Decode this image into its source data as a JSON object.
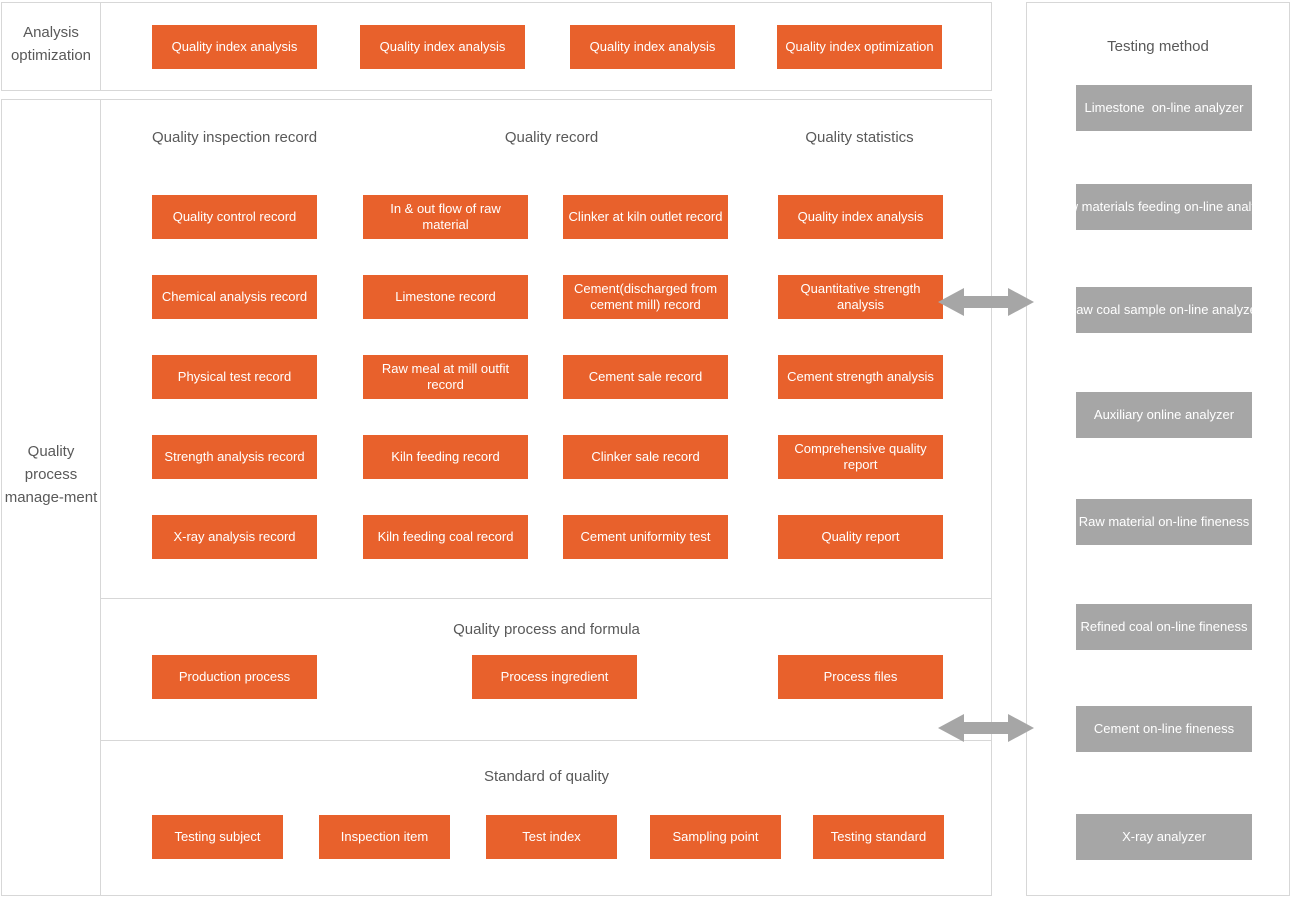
{
  "colors": {
    "orange": "#E8612C",
    "grey": "#A6A6A6",
    "border": "#d7d7d7",
    "text_grey": "#595959"
  },
  "left_column": {
    "top_label": "Analysis optimization",
    "main_label": "Quality process manage-ment"
  },
  "top_strip": {
    "boxes": [
      {
        "label": "Quality index analysis"
      },
      {
        "label": "Quality index analysis"
      },
      {
        "label": "Quality index analysis"
      },
      {
        "label": "Quality index optimization"
      }
    ]
  },
  "main_panel": {
    "section_records": {
      "headers": [
        {
          "label": "Quality inspection record"
        },
        {
          "label": "Quality record"
        },
        {
          "label": "Quality statistics"
        }
      ],
      "columns": [
        {
          "name": "quality-inspection-record",
          "boxes": [
            {
              "label": "Quality control record"
            },
            {
              "label": "Chemical analysis record"
            },
            {
              "label": "Physical test record"
            },
            {
              "label": "Strength analysis record"
            },
            {
              "label": "X-ray analysis record"
            }
          ]
        },
        {
          "name": "quality-record-a",
          "boxes": [
            {
              "label": "In & out flow of raw material"
            },
            {
              "label": "Limestone record"
            },
            {
              "label": "Raw meal at mill outfit record"
            },
            {
              "label": "Kiln feeding record"
            },
            {
              "label": "Kiln feeding coal record"
            }
          ]
        },
        {
          "name": "quality-record-b",
          "boxes": [
            {
              "label": "Clinker at kiln outlet record"
            },
            {
              "label": "Cement(discharged from cement mill) record"
            },
            {
              "label": "Cement sale record"
            },
            {
              "label": "Clinker sale record"
            },
            {
              "label": "Cement uniformity test"
            }
          ]
        },
        {
          "name": "quality-statistics",
          "boxes": [
            {
              "label": "Quality index analysis"
            },
            {
              "label": "Quantitative strength analysis"
            },
            {
              "label": "Cement strength analysis"
            },
            {
              "label": "Comprehensive quality report"
            },
            {
              "label": "Quality report"
            }
          ]
        }
      ]
    },
    "section_process": {
      "header": "Quality process and formula",
      "boxes": [
        {
          "label": "Production process"
        },
        {
          "label": "Process ingredient"
        },
        {
          "label": "Process files"
        }
      ]
    },
    "section_standard": {
      "header": "Standard of quality",
      "boxes": [
        {
          "label": "Testing subject"
        },
        {
          "label": "Inspection item"
        },
        {
          "label": "Test index"
        },
        {
          "label": "Sampling point"
        },
        {
          "label": "Testing standard"
        }
      ]
    }
  },
  "right_panel": {
    "header": "Testing method",
    "boxes": [
      {
        "label": "Limestone  on-line analyzer"
      },
      {
        "label": "Raw materials feeding on-line analyzer"
      },
      {
        "label": "Raw coal sample on-line analyzer"
      },
      {
        "label": "Auxiliary online analyzer"
      },
      {
        "label": "Raw material on-line fineness"
      },
      {
        "label": "Refined coal on-line fineness"
      },
      {
        "label": "Cement on-line fineness"
      },
      {
        "label": "X-ray analyzer"
      }
    ]
  },
  "connectors": [
    {
      "name": "connector-quantitative-strength-to-raw-coal"
    },
    {
      "name": "connector-process-files-to-cement-fineness"
    }
  ]
}
